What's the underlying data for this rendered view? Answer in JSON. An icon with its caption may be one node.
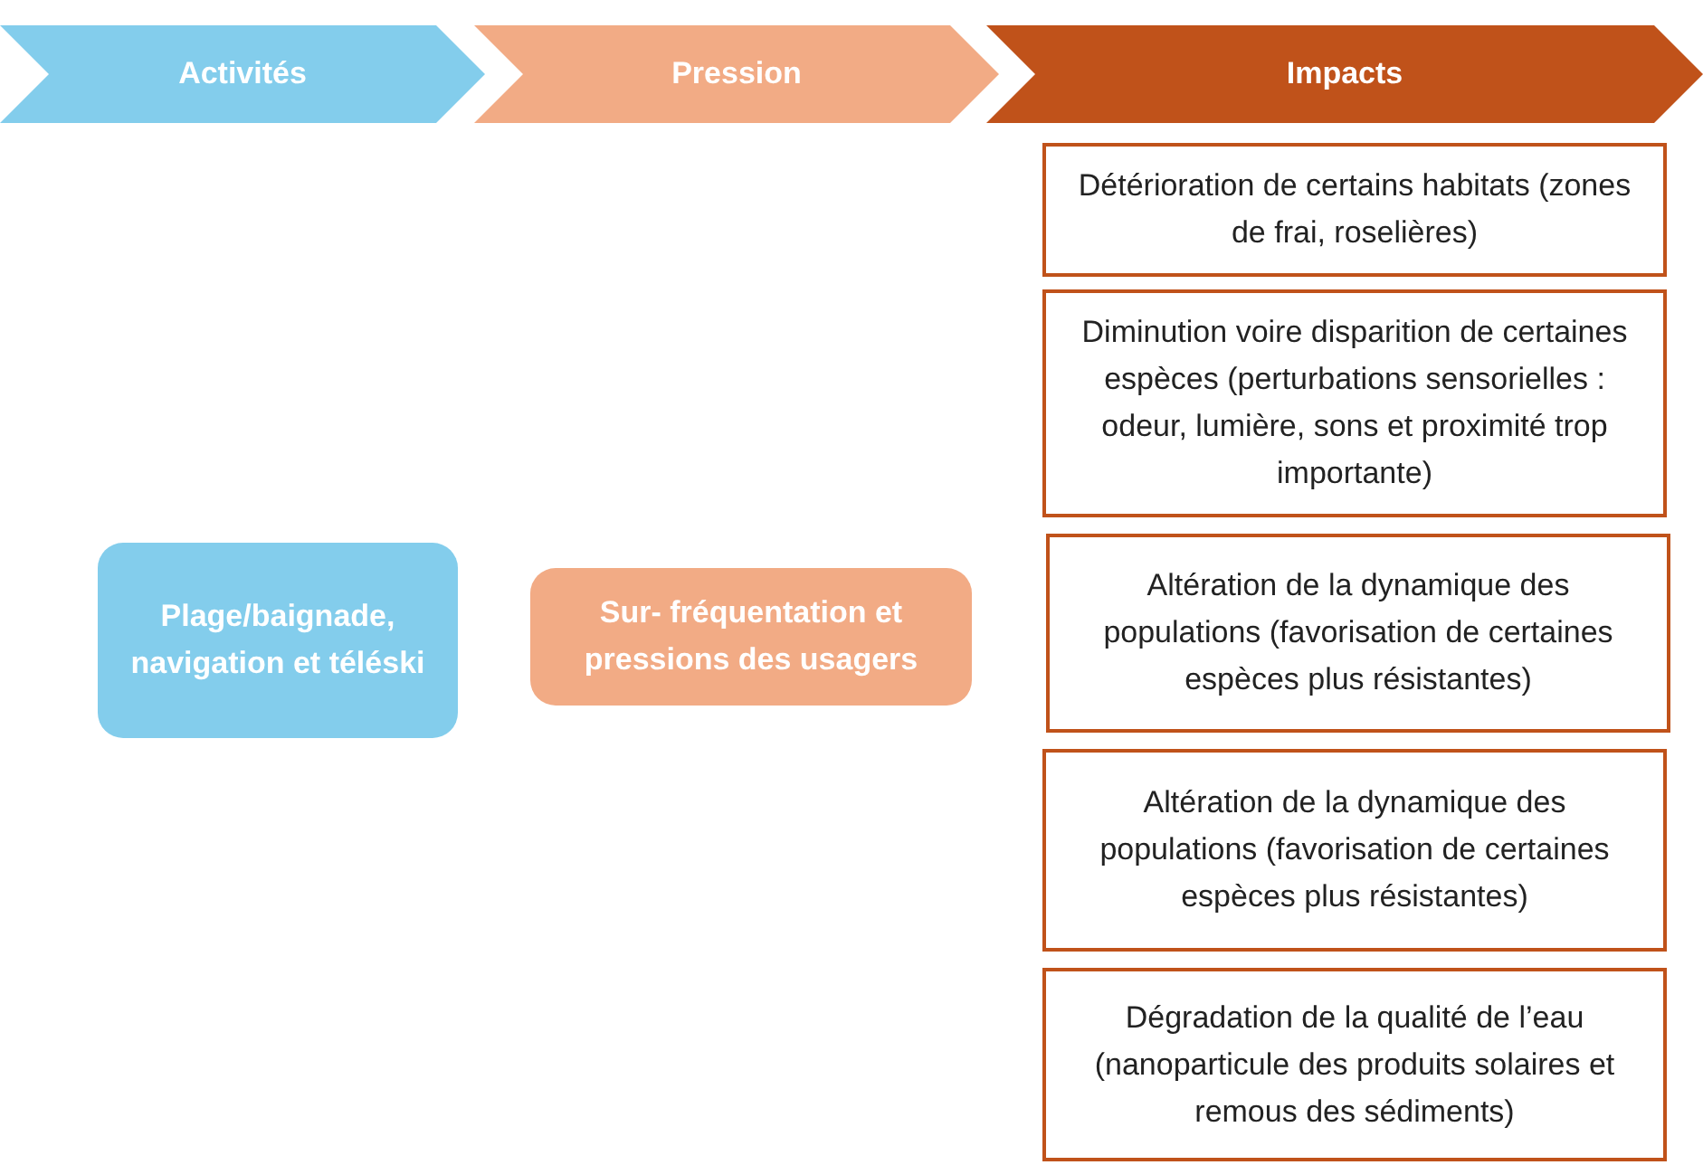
{
  "diagram": {
    "nodes": [
      {
        "text": [
          "Activités"
        ]
      },
      {
        "text": [
          "Pression"
        ]
      },
      {
        "text": [
          "Impacts"
        ]
      },
      {
        "text": [
          "Plage/baignade, navigation et téléski"
        ]
      },
      {
        "text": [
          "Sur- fréquentation et pressions des usagers"
        ]
      },
      {
        "text": [
          "Détérioration de certains habitats (zones de frai, roselières)"
        ]
      },
      {
        "text": [
          "Diminution voire disparition de certaines espèces (perturbations sensorielles : odeur, lumière, sons et proximité trop importante)"
        ]
      },
      {
        "text": [
          "Altération de la dynamique des populations (favorisation de certaines espèces plus résistantes)"
        ]
      },
      {
        "text": [
          "Altération de la dynamique des populations (favorisation de certaines espèces plus résistantes)"
        ]
      },
      {
        "text": [
          "Dégradation de la qualité de l’eau (nanoparticule des produits solaires et remous des sédiments)"
        ]
      }
    ]
  }
}
